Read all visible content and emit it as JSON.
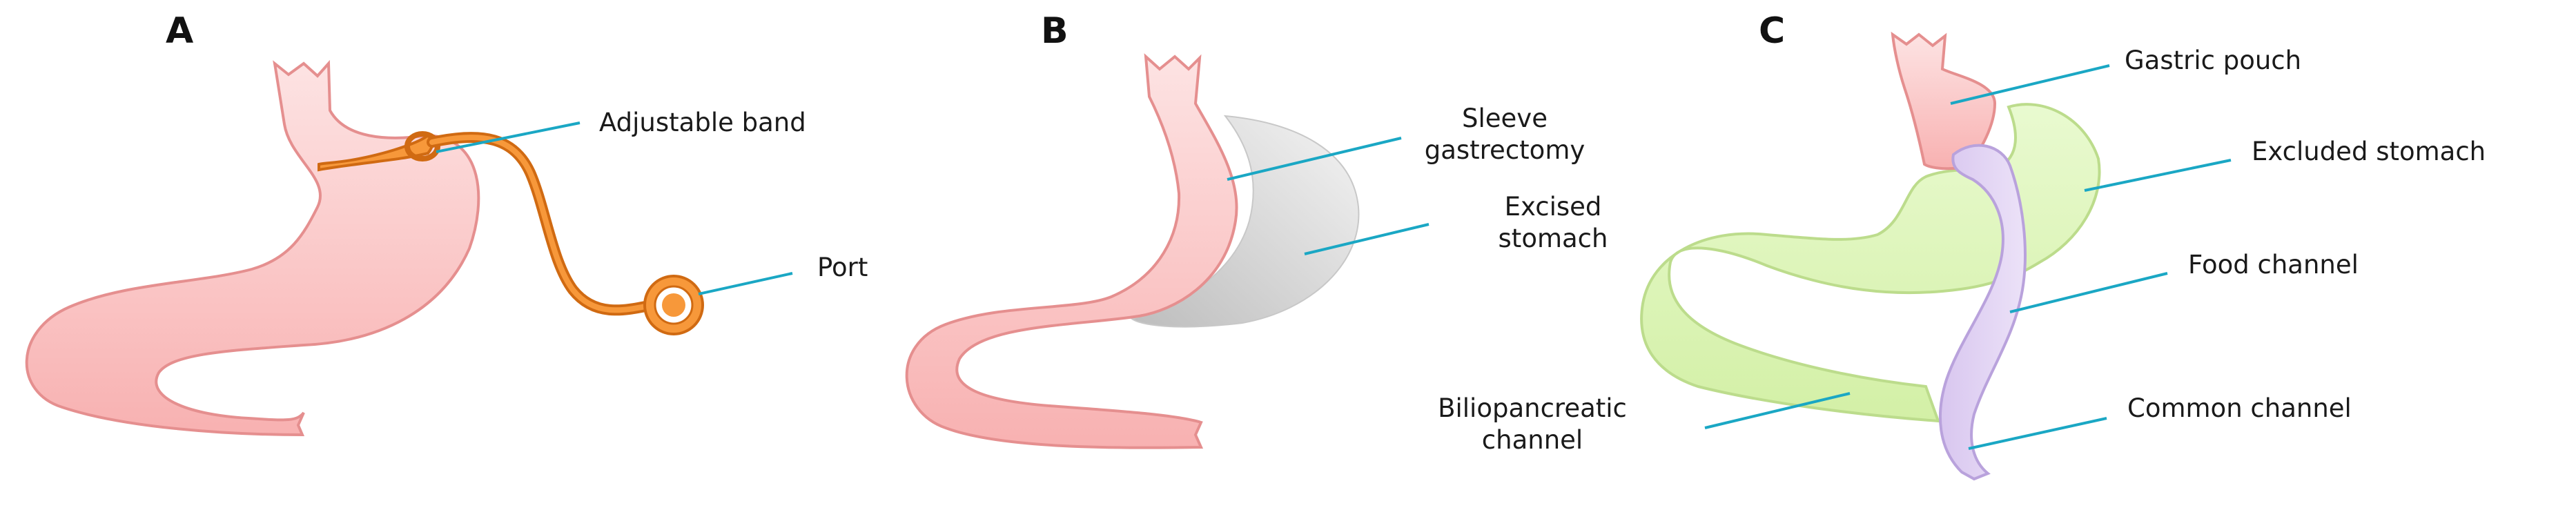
{
  "colors": {
    "stomach_fill": "#fbc9c9",
    "stomach_stroke": "#e58f8f",
    "band_fill": "#f7983a",
    "band_stroke": "#d06a12",
    "excised_fill": "#d8d8d8",
    "excluded_fill": "#ddf5b8",
    "excluded_stroke": "#bcdc8c",
    "food_channel_fill": "#e3d5f4",
    "food_channel_stroke": "#b9a2dc",
    "leader_line": "#1aa7c4"
  },
  "panels": {
    "a": {
      "letter": "A",
      "labels": {
        "band": "Adjustable band",
        "port": "Port"
      }
    },
    "b": {
      "letter": "B",
      "labels": {
        "sleeve_line1": "Sleeve",
        "sleeve_line2": "gastrectomy",
        "excised_line1": "Excised",
        "excised_line2": "stomach"
      }
    },
    "c": {
      "letter": "C",
      "labels": {
        "gastric_pouch": "Gastric pouch",
        "excluded_stomach": "Excluded stomach",
        "food_channel": "Food channel",
        "biliopancreatic_line1": "Biliopancreatic",
        "biliopancreatic_line2": "channel",
        "common_channel": "Common channel"
      }
    }
  }
}
